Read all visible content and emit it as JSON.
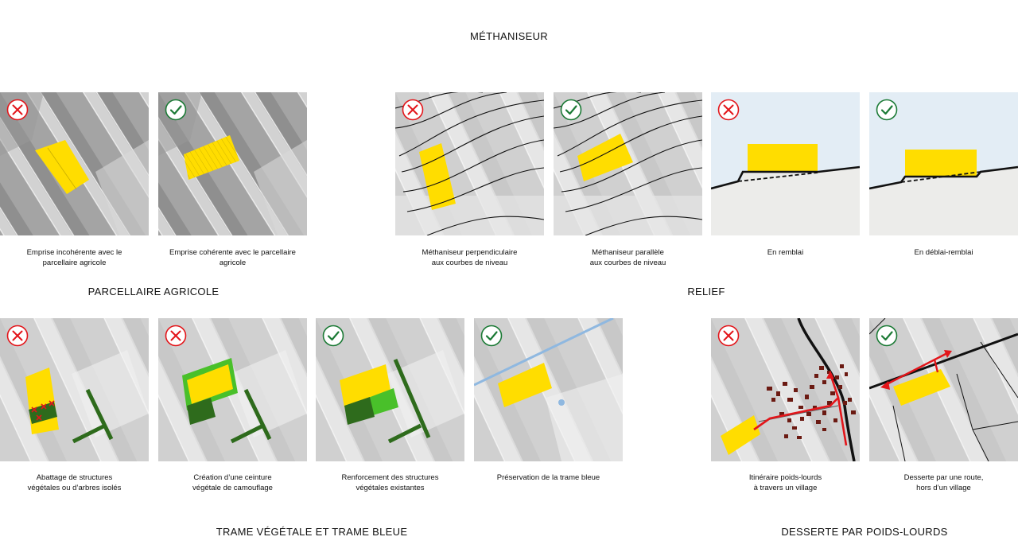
{
  "headings": {
    "methaniseur": "MÉTHANISEUR",
    "parcellaire": "PARCELLAIRE AGRICOLE",
    "relief": "RELIEF",
    "trame": "TRAME VÉGÉTALE ET TRAME BLEUE",
    "desserte": "DESSERTE PAR POIDS-LOURDS"
  },
  "panels": [
    {
      "id": "p1",
      "verdict": "bad",
      "caption": [
        "Emprise incohérente avec le",
        "parcellaire agricole"
      ]
    },
    {
      "id": "p2",
      "verdict": "good",
      "caption": [
        "Emprise cohérente avec le parcellaire",
        "agricole"
      ]
    },
    {
      "id": "p3",
      "verdict": "bad",
      "caption": [
        "Méthaniseur perpendiculaire",
        "aux courbes de niveau"
      ]
    },
    {
      "id": "p4",
      "verdict": "good",
      "caption": [
        "Méthaniseur parallèle",
        "aux courbes de niveau"
      ]
    },
    {
      "id": "p5",
      "verdict": "bad",
      "caption": [
        "En remblai"
      ]
    },
    {
      "id": "p6",
      "verdict": "good",
      "caption": [
        "En déblai-remblai"
      ]
    },
    {
      "id": "p7",
      "verdict": "bad",
      "caption": [
        "Abattage de structures",
        "végétales ou d’arbres isolés"
      ]
    },
    {
      "id": "p8",
      "verdict": "bad",
      "caption": [
        "Création d’une ceinture",
        "végétale de camouflage"
      ]
    },
    {
      "id": "p9",
      "verdict": "good",
      "caption": [
        "Renforcement des structures",
        "végétales existantes"
      ]
    },
    {
      "id": "p10",
      "verdict": "good",
      "caption": [
        "Préservation de la trame bleue"
      ]
    },
    {
      "id": "p11",
      "verdict": "bad",
      "caption": [
        "Itinéraire poids-lourds",
        "à travers un village"
      ]
    },
    {
      "id": "p12",
      "verdict": "good",
      "caption": [
        "Desserte par une route,",
        "hors d’un village"
      ]
    }
  ],
  "colors": {
    "building": "#ffdd00",
    "bad": "#e3151a",
    "good": "#1b7a35",
    "vegetation": "#2e6b1c",
    "vegetation_light": "#49c02a",
    "water": "#8fb8e0",
    "route": "#e3151a",
    "sky": "#e3edf5",
    "ground": "#ececea"
  },
  "icons": {
    "bad": "cross-icon",
    "good": "check-icon"
  }
}
